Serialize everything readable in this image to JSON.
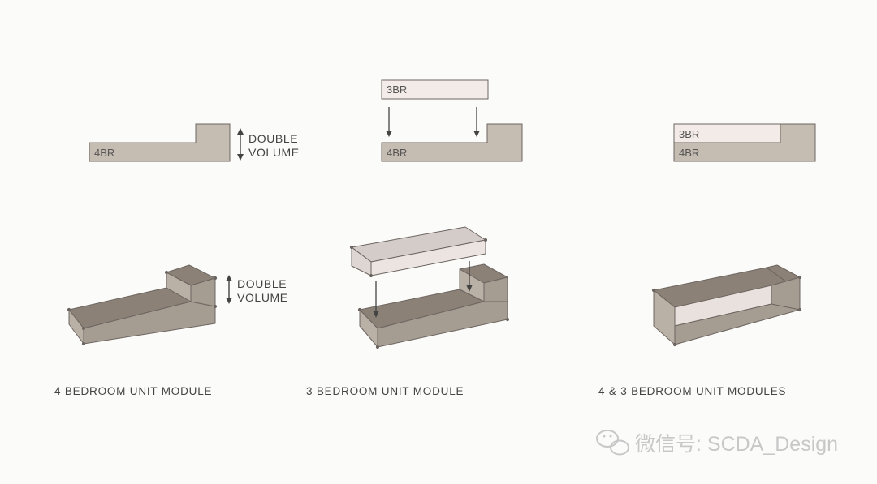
{
  "colors": {
    "module_4br": "#c5bcb2",
    "module_3br": "#f3ebe7",
    "top_face_4br": "#8b8177",
    "top_face_3br": "#d3ccc8",
    "side_face": "#b9b0a6",
    "front_face": "#a59c92",
    "outline": "#6d6560"
  },
  "sections": [
    {
      "plan": {
        "base_label": "4BR",
        "volume_label_line1": "DOUBLE",
        "volume_label_line2": "VOLUME"
      },
      "axo": {
        "volume_label_line1": "DOUBLE",
        "volume_label_line2": "VOLUME"
      },
      "caption": "4 BEDROOM UNIT MODULE"
    },
    {
      "plan": {
        "top_label": "3BR",
        "base_label": "4BR"
      },
      "caption": "3 BEDROOM UNIT MODULE"
    },
    {
      "plan": {
        "top_label": "3BR",
        "base_label": "4BR"
      },
      "caption": "4 & 3 BEDROOM UNIT MODULES"
    }
  ],
  "watermark": {
    "text": "微信号: SCDA_Design",
    "icon": "wechat-icon"
  }
}
